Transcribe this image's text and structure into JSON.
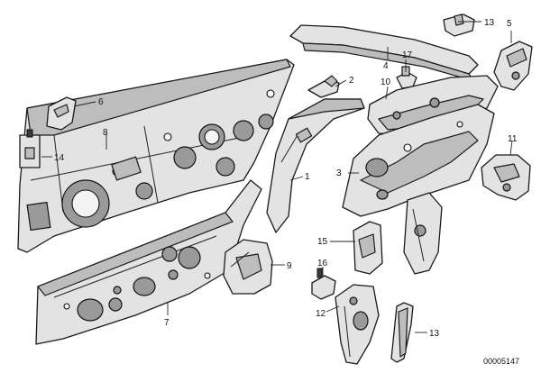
{
  "callouts": {
    "c1": "1",
    "c2": "2",
    "c3": "3",
    "c4": "4",
    "c5": "5",
    "c6": "6",
    "c7": "7",
    "c8": "8",
    "c9": "9",
    "c10": "10",
    "c11": "11",
    "c12": "12",
    "c13a": "13",
    "c13b": "13",
    "c14": "14",
    "c15": "15",
    "c16": "16",
    "c17": "17"
  },
  "reference_number": "00005147"
}
